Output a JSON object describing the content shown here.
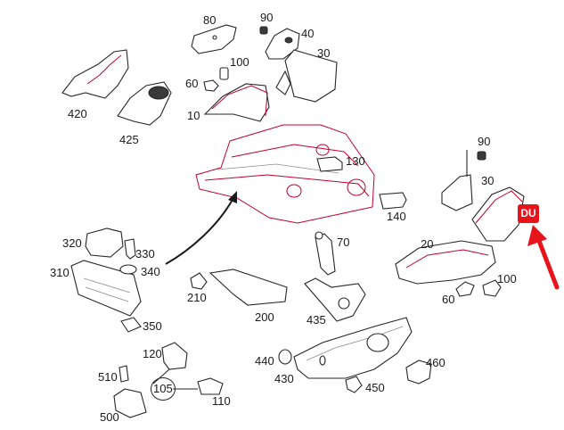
{
  "labels": [
    {
      "id": "80",
      "text": "80"
    },
    {
      "id": "90a",
      "text": "90"
    },
    {
      "id": "40",
      "text": "40"
    },
    {
      "id": "30a",
      "text": "30"
    },
    {
      "id": "100a",
      "text": "100"
    },
    {
      "id": "60a",
      "text": "60"
    },
    {
      "id": "10",
      "text": "10"
    },
    {
      "id": "420",
      "text": "420"
    },
    {
      "id": "425",
      "text": "425"
    },
    {
      "id": "130",
      "text": "130"
    },
    {
      "id": "90b",
      "text": "90"
    },
    {
      "id": "30b",
      "text": "30"
    },
    {
      "id": "140",
      "text": "140"
    },
    {
      "id": "320",
      "text": "320"
    },
    {
      "id": "330",
      "text": "330"
    },
    {
      "id": "310",
      "text": "310"
    },
    {
      "id": "340",
      "text": "340"
    },
    {
      "id": "350",
      "text": "350"
    },
    {
      "id": "70",
      "text": "70"
    },
    {
      "id": "20",
      "text": "20"
    },
    {
      "id": "100b",
      "text": "100"
    },
    {
      "id": "60b",
      "text": "60"
    },
    {
      "id": "210",
      "text": "210"
    },
    {
      "id": "200",
      "text": "200"
    },
    {
      "id": "435",
      "text": "435"
    },
    {
      "id": "120",
      "text": "120"
    },
    {
      "id": "510",
      "text": "510"
    },
    {
      "id": "105",
      "text": "105"
    },
    {
      "id": "110",
      "text": "110"
    },
    {
      "id": "500",
      "text": "500"
    },
    {
      "id": "440",
      "text": "440"
    },
    {
      "id": "430",
      "text": "430"
    },
    {
      "id": "450",
      "text": "450"
    },
    {
      "id": "460",
      "text": "460"
    }
  ],
  "badge": {
    "text": "DU"
  },
  "colors": {
    "highlight": "#c0002a",
    "badge": "#e8141c",
    "arrow": "#e8141c",
    "ink": "#262626"
  }
}
